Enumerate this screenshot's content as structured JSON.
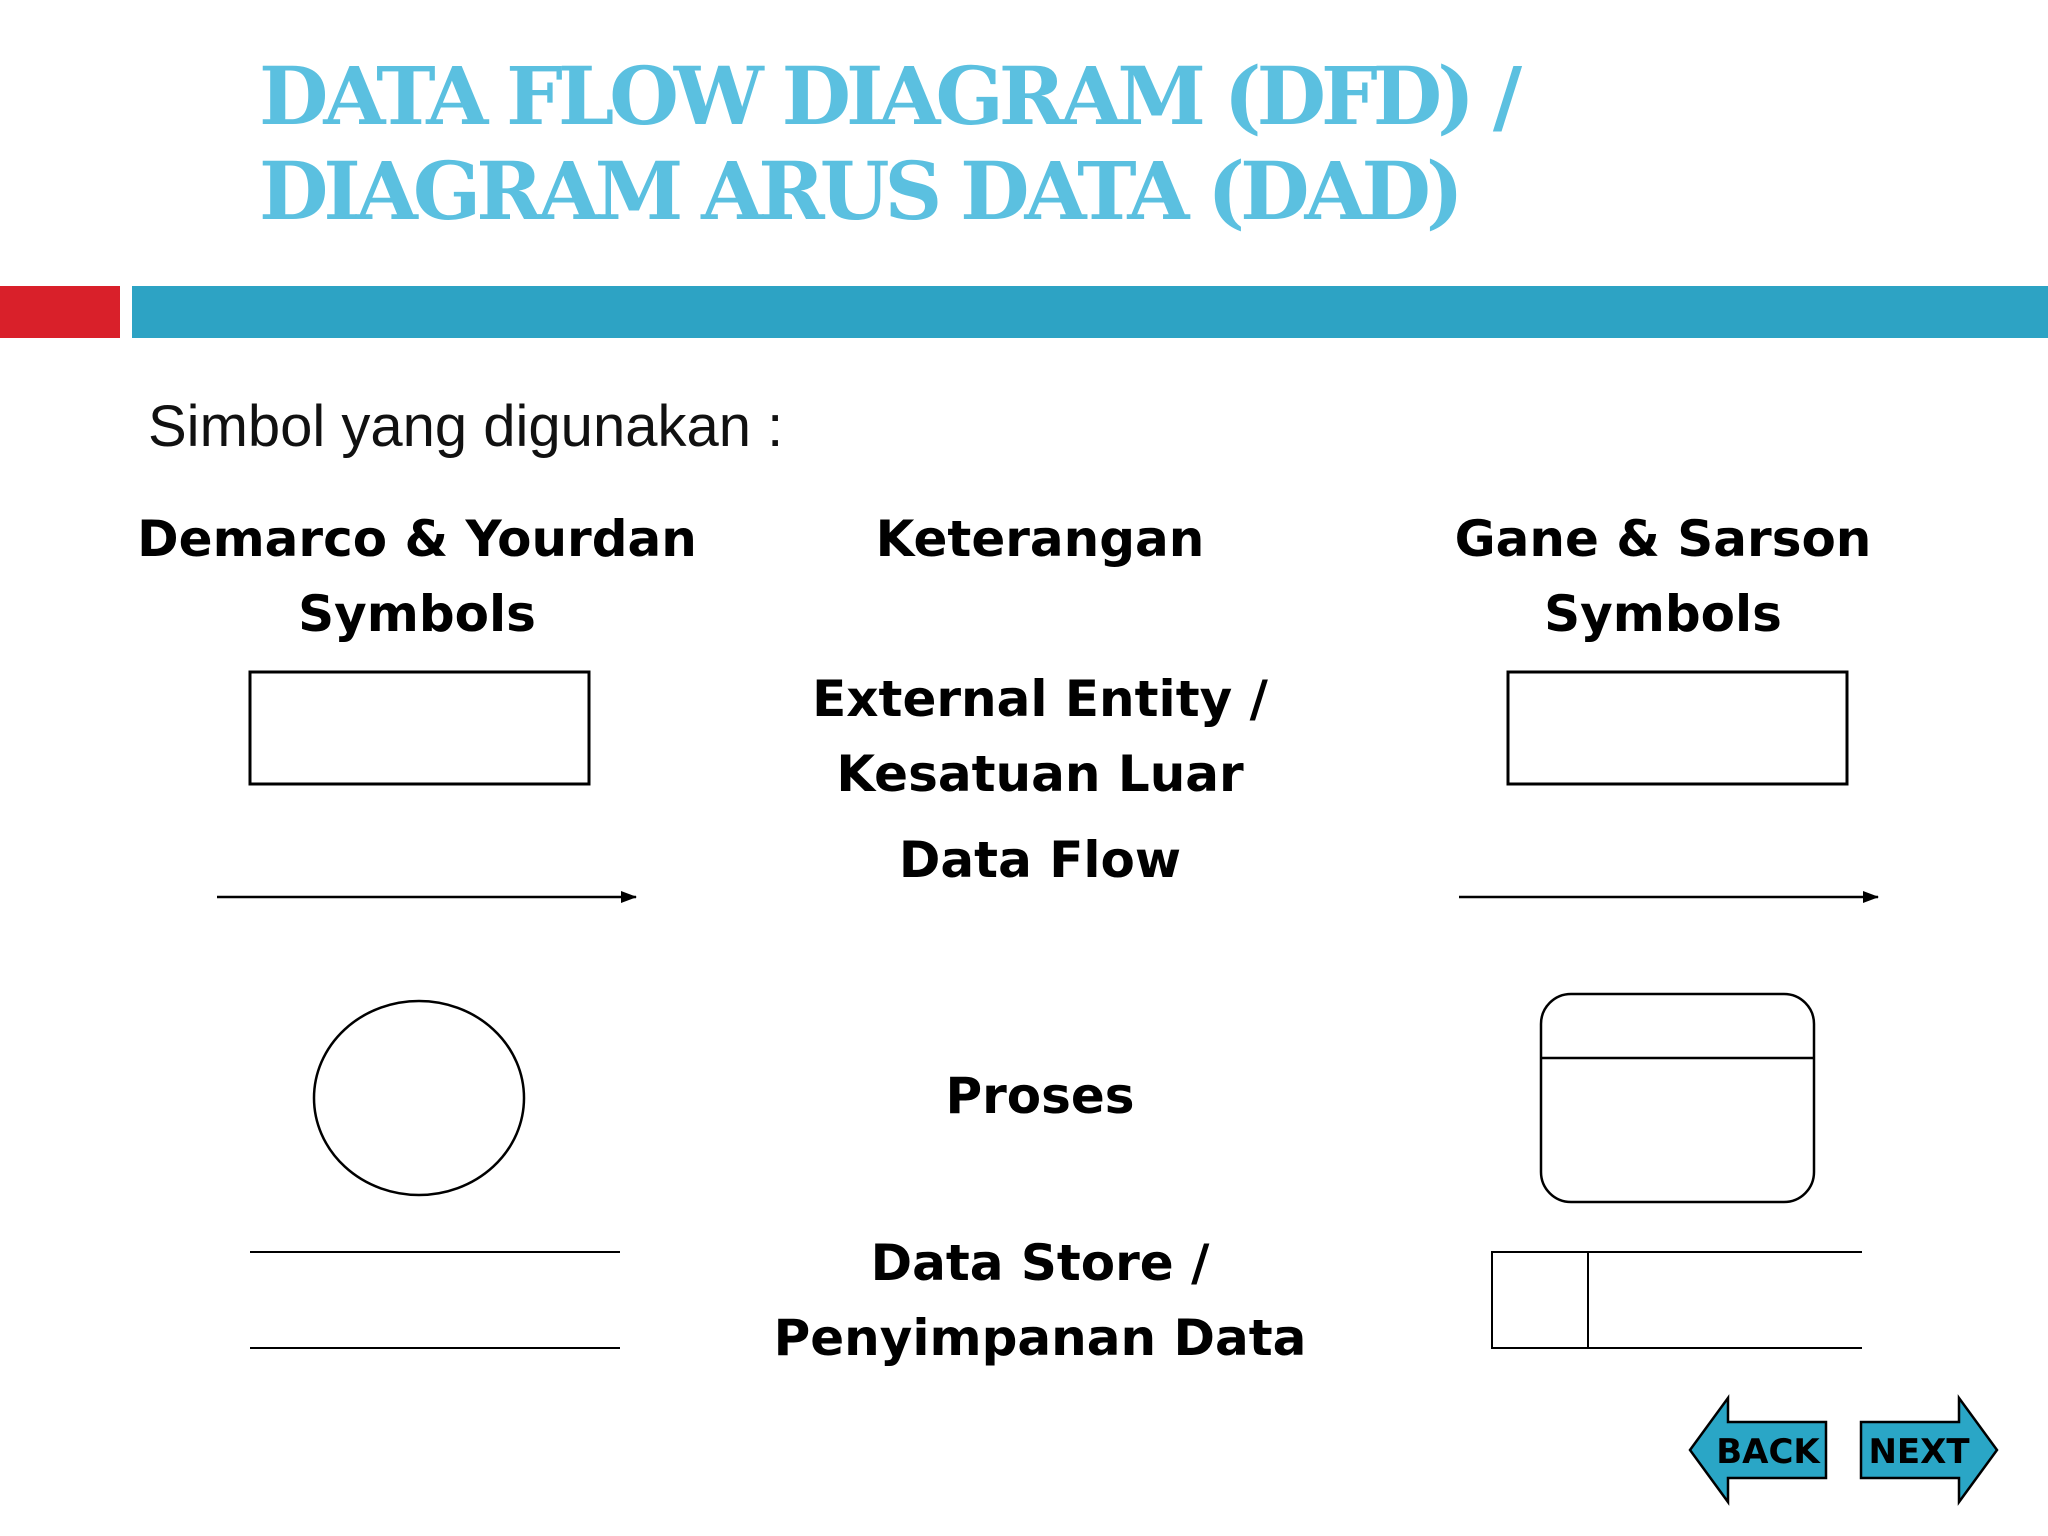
{
  "header": {
    "title_line1": "DATA FLOW DIAGRAM (DFD) /",
    "title_line2": "DIAGRAM ARUS DATA (DAD)",
    "title_color": "#5bc0e0",
    "accent_red": "#d9202a",
    "accent_blue": "#2da3c4"
  },
  "intro": "Simbol yang digunakan :",
  "columns": {
    "left": {
      "line1": "Demarco & Yourdan",
      "line2": "Symbols"
    },
    "middle": "Keterangan",
    "right": {
      "line1": "Gane & Sarson",
      "line2": "Symbols"
    }
  },
  "rows": {
    "external_entity": {
      "line1": "External Entity /",
      "line2": "Kesatuan Luar"
    },
    "data_flow": "Data Flow",
    "process": "Proses",
    "data_store": {
      "line1": "Data Store /",
      "line2": "Penyimpanan Data"
    }
  },
  "navigation": {
    "back_label": "BACK",
    "next_label": "NEXT",
    "button_color": "#2aa6c6"
  }
}
